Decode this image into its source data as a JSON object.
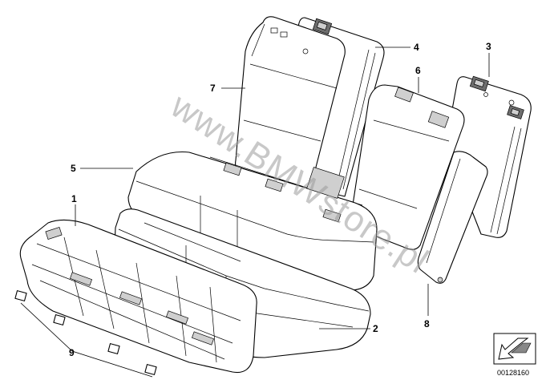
{
  "watermark": "www.BMWstore.pl",
  "callouts": [
    {
      "id": "1",
      "label": "1"
    },
    {
      "id": "2",
      "label": "2"
    },
    {
      "id": "3",
      "label": "3"
    },
    {
      "id": "4",
      "label": "4"
    },
    {
      "id": "5",
      "label": "5"
    },
    {
      "id": "6",
      "label": "6"
    },
    {
      "id": "7",
      "label": "7"
    },
    {
      "id": "8",
      "label": "8"
    },
    {
      "id": "9",
      "label": "9"
    }
  ],
  "document_number": "00128160"
}
